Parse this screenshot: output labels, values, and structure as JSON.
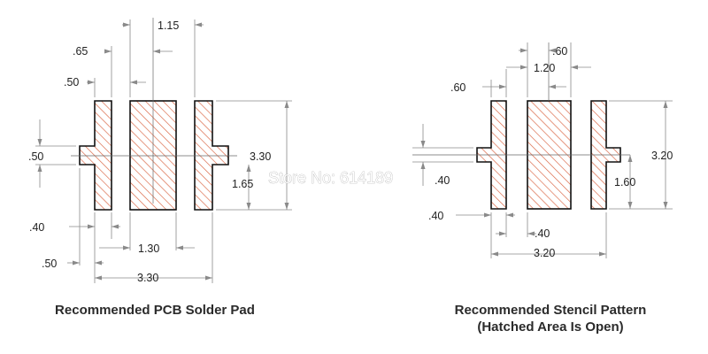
{
  "colors": {
    "hatch": "#d9623f",
    "outline": "#111111",
    "dimension": "#8a8a8a"
  },
  "pcb_solder_pad": {
    "caption": "Recommended PCB Solder Pad",
    "dims": {
      "center_gap": "1.15",
      "outer_pad_width": ".65",
      "tab_width": ".50",
      "tab_height": ".50",
      "pad_gap": ".40",
      "offset": ".50",
      "center_pad_width": "1.30",
      "overall_width": "3.30",
      "height": "3.30",
      "tab_to_bottom": "1.65"
    }
  },
  "stencil_pattern": {
    "caption_line1": "Recommended Stencil Pattern",
    "caption_line2": "(Hatched Area Is Open)",
    "dims": {
      "outer_width": ".60",
      "center_width": "1.20",
      "tab_width": ".60",
      "tab_height": ".40",
      "gap_left": ".40",
      "gap_right": ".40",
      "overall_width": "3.20",
      "height": "3.20",
      "tab_to_bottom": "1.60"
    }
  },
  "watermark": "Store No: 614189"
}
